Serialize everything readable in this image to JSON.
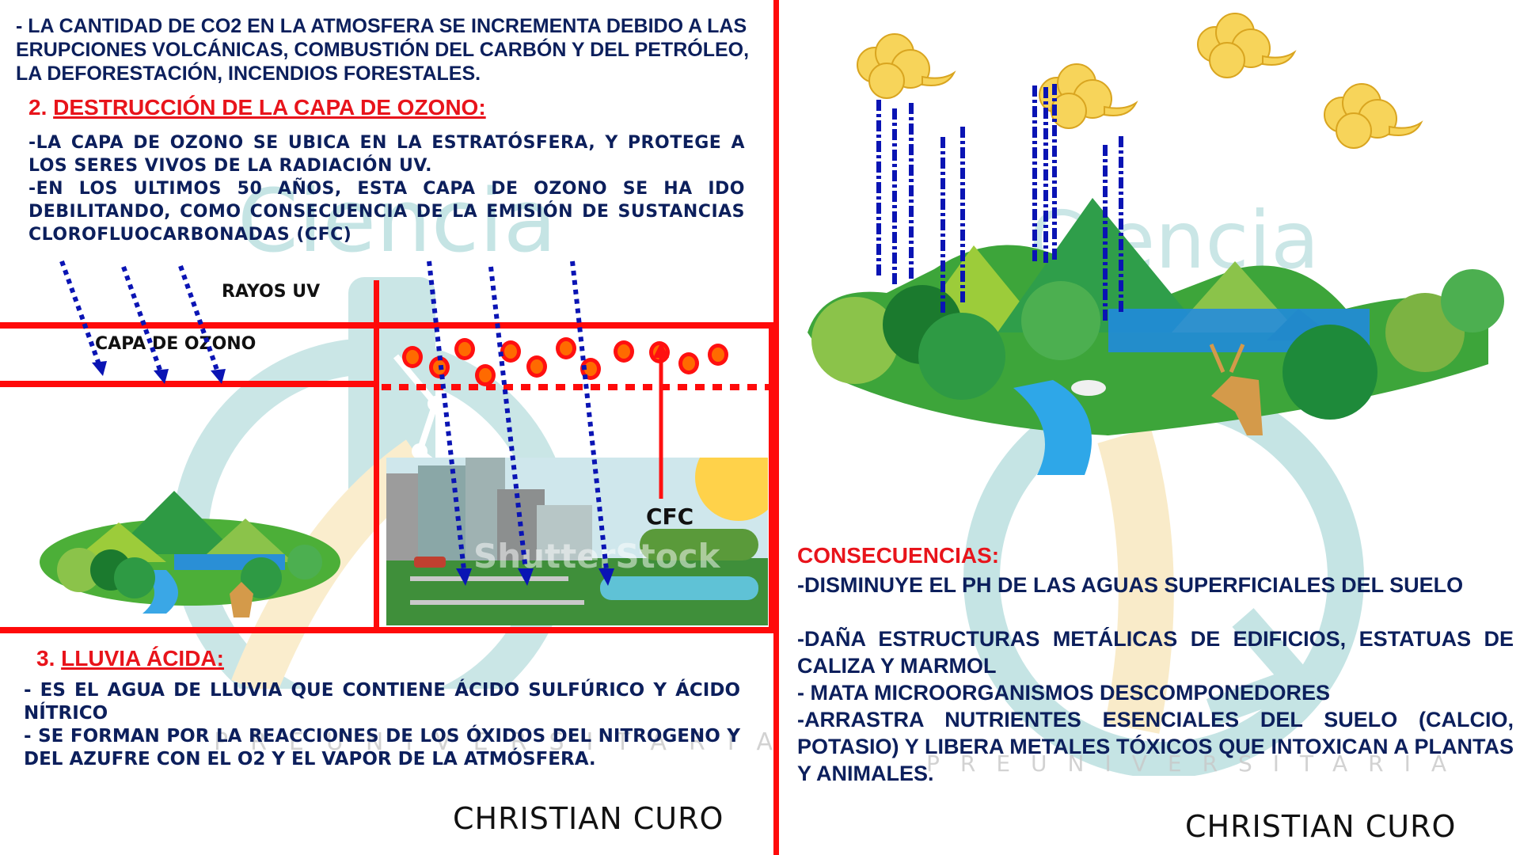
{
  "left_panel": {
    "intro_text": "- LA CANTIDAD DE CO2 EN LA ATMOSFERA SE INCREMENTA DEBIDO A LAS ERUPCIONES VOLCÁNICAS, COMBUSTIÓN DEL CARBÓN Y DEL PETRÓLEO, LA DEFORESTACIÓN, INCENDIOS FORESTALES.",
    "section2": {
      "number": "2.",
      "title": "DESTRUCCIÓN DE LA CAPA DE OZONO:",
      "para1": "-LA CAPA DE OZONO SE UBICA EN LA ESTRATÓSFERA, Y PROTEGE A LOS SERES VIVOS DE LA RADIACIÓN UV.",
      "para2": "-EN LOS ULTIMOS 50 AÑOS, ESTA CAPA DE OZONO SE HA IDO DEBILITANDO, COMO CONSECUENCIA DE LA EMISIÓN DE SUSTANCIAS CLOROFLUOCARBONADAS (CFC)"
    },
    "diagram": {
      "uv_label": "RAYOS UV",
      "ozone_label": "CAPA DE OZONO",
      "cfc_label": "CFC",
      "stock_watermark": "ShutterStock"
    },
    "section3": {
      "number": "3.",
      "title": "LLUVIA ÁCIDA:",
      "para1": "- ES EL AGUA DE LLUVIA QUE CONTIENE ÁCIDO SULFÚRICO Y ÁCIDO NÍTRICO",
      "para2": "- SE FORMAN POR LA REACCIONES DE LOS ÓXIDOS DEL NITROGENO Y DEL AZUFRE CON EL O2 Y EL VAPOR DE LA ATMÓSFERA."
    },
    "signature": "CHRISTIAN CURO"
  },
  "right_panel": {
    "consequences_title": "CONSECUENCIAS:",
    "items": [
      "-DISMINUYE EL PH DE LAS AGUAS SUPERFICIALES DEL SUELO",
      "-DAÑA ESTRUCTURAS METÁLICAS DE EDIFICIOS, ESTATUAS DE CALIZA Y MARMOL",
      "- MATA MICROORGANISMOS DESCOMPONEDORES",
      "-ARRASTRA NUTRIENTES ESENCIALES DEL SUELO (CALCIO, POTASIO) Y LIBERA METALES TÓXICOS QUE INTOXICAN A PLANTAS Y ANIMALES."
    ],
    "signature": "CHRISTIAN CURO"
  },
  "watermarks": {
    "brand": "Ciencia",
    "subtitle": "PREUNIVERSITARIA"
  },
  "colors": {
    "text_navy": "#0c1f5c",
    "title_red": "#e8141b",
    "divider_red": "#ff0a0a",
    "arrow_blue": "#0a14b4",
    "ozone_orange": "#ff6a00",
    "watermark_teal": "#9fd3d3",
    "watermark_cream": "#f6dfa6"
  }
}
